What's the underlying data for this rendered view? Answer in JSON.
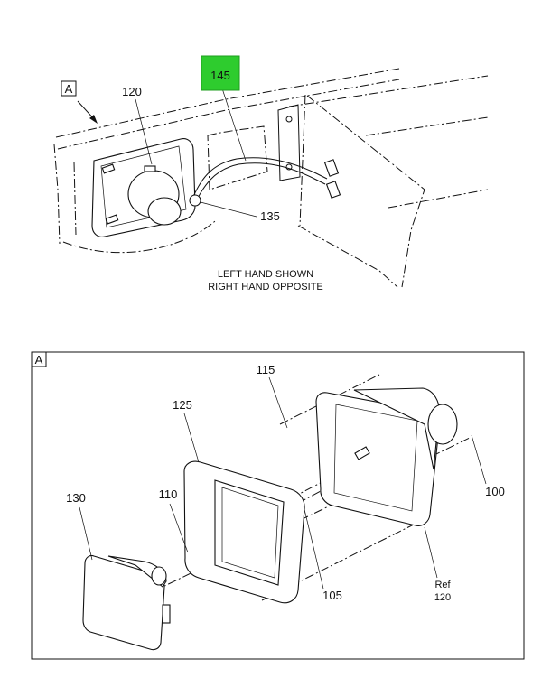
{
  "callouts": {
    "c100": "100",
    "c105": "105",
    "c110": "110",
    "c115": "115",
    "c120": "120",
    "c125": "125",
    "c130": "130",
    "c135": "135",
    "c145": "145"
  },
  "ref_label": "Ref",
  "ref_number": "120",
  "view_tag_top": "A",
  "view_tag_detail": "A",
  "note_line1": "LEFT HAND SHOWN",
  "note_line2": "RIGHT HAND OPPOSITE",
  "colors": {
    "highlight": "#2ecc2e",
    "ink": "#111111"
  }
}
